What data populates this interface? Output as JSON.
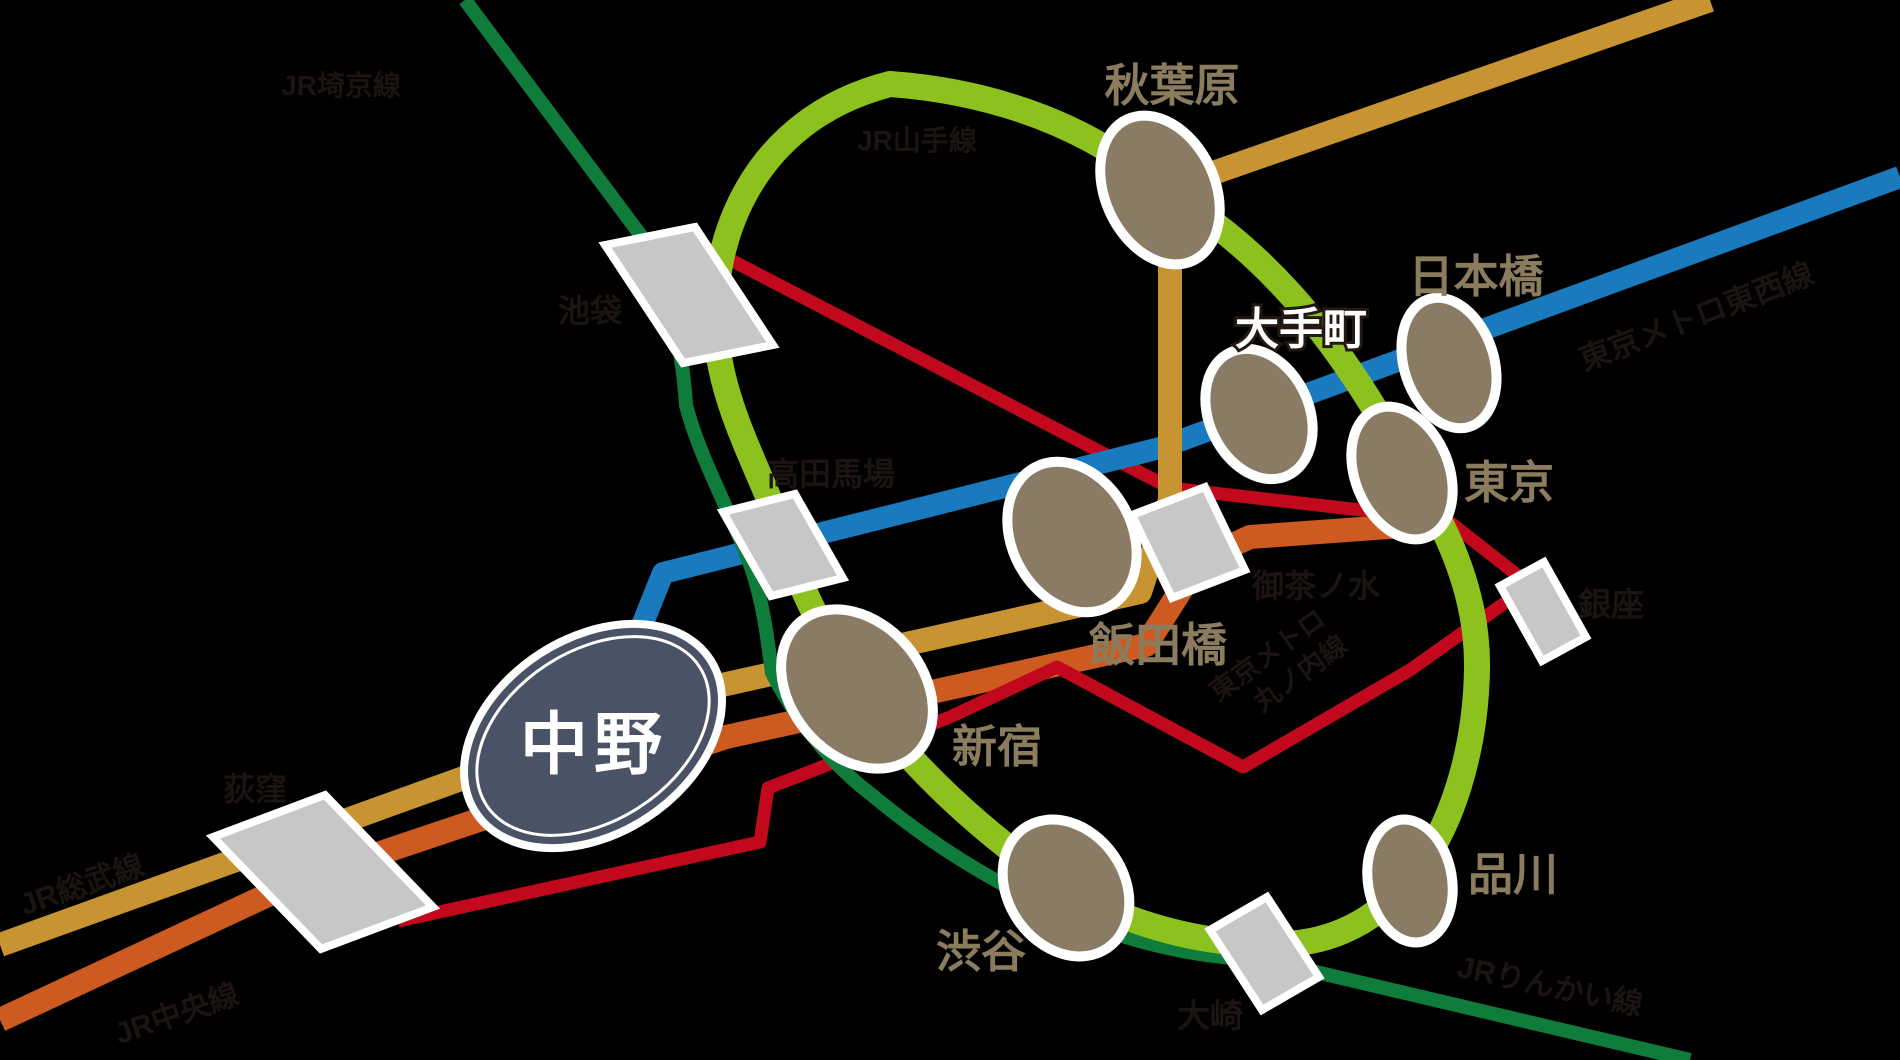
{
  "colors": {
    "background": "#000000",
    "station_fill": "#8a7b64",
    "station_stroke": "#ffffff",
    "interchange_fill": "#c7c7c7",
    "nakano_fill": "#4a5365",
    "label_tan": "#8c7c5e",
    "label_dark": "#1c1412",
    "label_white": "#ffffff",
    "otemachi_outline": "#241813"
  },
  "highlight_station": {
    "label": "中野"
  },
  "stations": [
    {
      "id": "akihabara",
      "label": "秋葉原"
    },
    {
      "id": "nihombashi",
      "label": "日本橋"
    },
    {
      "id": "otemachi",
      "label": "大手町"
    },
    {
      "id": "tokyo",
      "label": "東京"
    },
    {
      "id": "iidabashi",
      "label": "飯田橋"
    },
    {
      "id": "shinjuku",
      "label": "新宿"
    },
    {
      "id": "shibuya",
      "label": "渋谷"
    },
    {
      "id": "shinagawa",
      "label": "品川"
    }
  ],
  "secondary_stations": [
    {
      "id": "ikebukuro",
      "label": "池袋"
    },
    {
      "id": "takadanobaba",
      "label": "高田馬場"
    },
    {
      "id": "ochanomizu",
      "label": "御茶ノ水"
    },
    {
      "id": "ginza",
      "label": "銀座"
    },
    {
      "id": "osaki",
      "label": "大崎"
    },
    {
      "id": "ogikubo",
      "label": "荻窪"
    }
  ],
  "lines": [
    {
      "id": "yamanote",
      "label": "JR山手線",
      "color": "#8dc21e"
    },
    {
      "id": "saikyo",
      "label": "JR埼京線",
      "color": "#107c3c"
    },
    {
      "id": "sobu",
      "label": "JR総武線",
      "color": "#c79431"
    },
    {
      "id": "chuo",
      "label": "JR中央線",
      "color": "#cd5a20"
    },
    {
      "id": "tozai",
      "label": "東京メトロ東西線",
      "color": "#1a7abe"
    },
    {
      "id": "marunouchi",
      "label": "東京メトロ丸ノ内線",
      "color": "#c1081c",
      "label_line1": "東京メトロ",
      "label_line2": "丸ノ内線"
    },
    {
      "id": "rinkai",
      "label": "JRりんかい線",
      "color": "#107c3c"
    }
  ]
}
